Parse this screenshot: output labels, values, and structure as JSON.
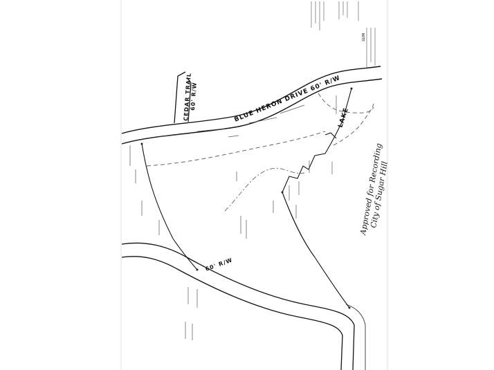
{
  "roads": {
    "blue_heron": "BLUE HERON DRIVE 60' R/W",
    "cedar_trail_name": "CEDAR TRAIL",
    "cedar_trail_row": "60' R/W",
    "bottom_road": "60' R/W"
  },
  "features": {
    "lake": "LAKE"
  },
  "approval": {
    "line1": "Approved for Recording",
    "line2": "City of Sugar Hill"
  },
  "notes": {
    "heading": "NOTE"
  }
}
